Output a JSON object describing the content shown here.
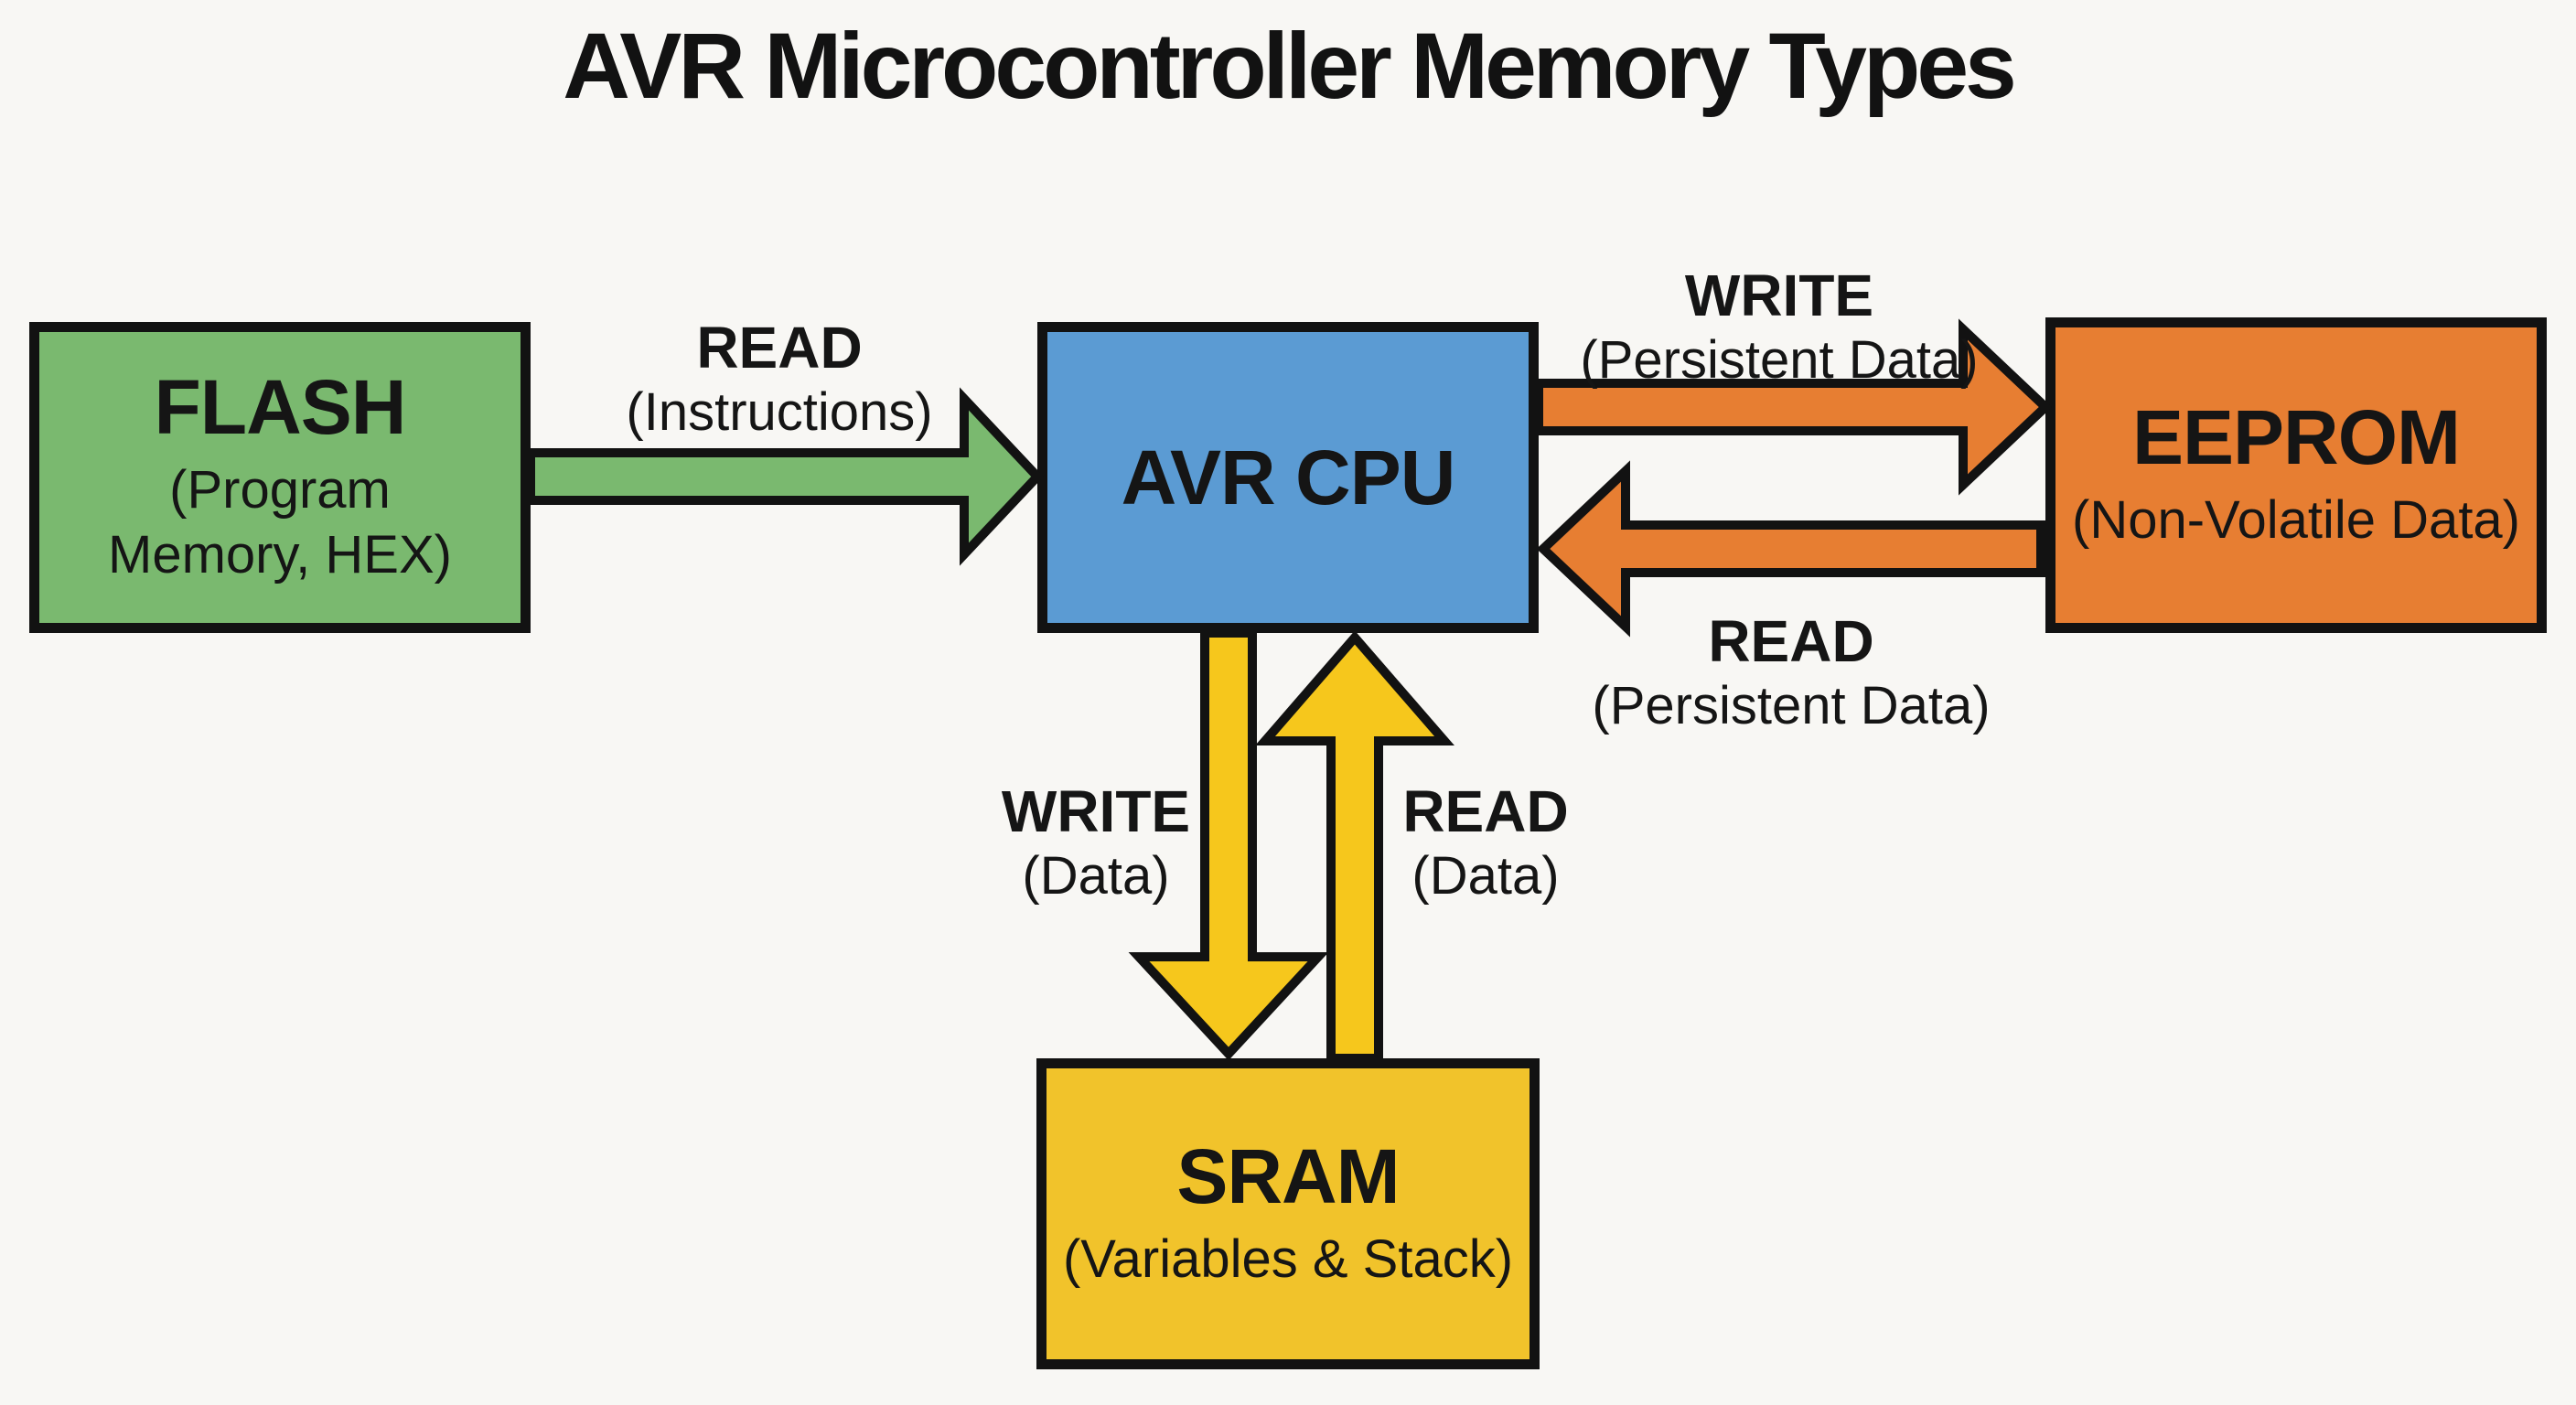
{
  "title": "AVR Microcontroller Memory Types",
  "colors": {
    "background": "#f8f7f4",
    "outline": "#121212",
    "text": "#151515",
    "green": "#7ab96f",
    "blue": "#5b9bd3",
    "orange": "#e77e32",
    "yellow_box": "#f1c32b",
    "yellow_arrow": "#f6c71c"
  },
  "nodes": [
    {
      "id": "flash",
      "label": "FLASH",
      "sublabel": "(Program Memory, HEX)",
      "sublabel_line1": "(Program",
      "sublabel_line2": "Memory, HEX)",
      "color": "#7ab96f"
    },
    {
      "id": "cpu",
      "label": "AVR CPU",
      "sublabel": "",
      "color": "#5b9bd3"
    },
    {
      "id": "eeprom",
      "label": "EEPROM",
      "sublabel": "(Non-Volatile Data)",
      "color": "#e77e32"
    },
    {
      "id": "sram",
      "label": "SRAM",
      "sublabel": "(Variables & Stack)",
      "color": "#f1c32b"
    }
  ],
  "edges": [
    {
      "from": "FLASH",
      "to": "AVR CPU",
      "label": "READ",
      "sublabel": "(Instructions)",
      "color": "#7ab96f"
    },
    {
      "from": "AVR CPU",
      "to": "EEPROM",
      "label": "WRITE",
      "sublabel": "(Persistent Data)",
      "color": "#e77e32"
    },
    {
      "from": "EEPROM",
      "to": "AVR CPU",
      "label": "READ",
      "sublabel": "(Persistent Data)",
      "color": "#e77e32"
    },
    {
      "from": "AVR CPU",
      "to": "SRAM",
      "label": "WRITE",
      "sublabel": "(Data)",
      "color": "#f6c71c"
    },
    {
      "from": "SRAM",
      "to": "AVR CPU",
      "label": "READ",
      "sublabel": "(Data)",
      "color": "#f6c71c"
    }
  ]
}
